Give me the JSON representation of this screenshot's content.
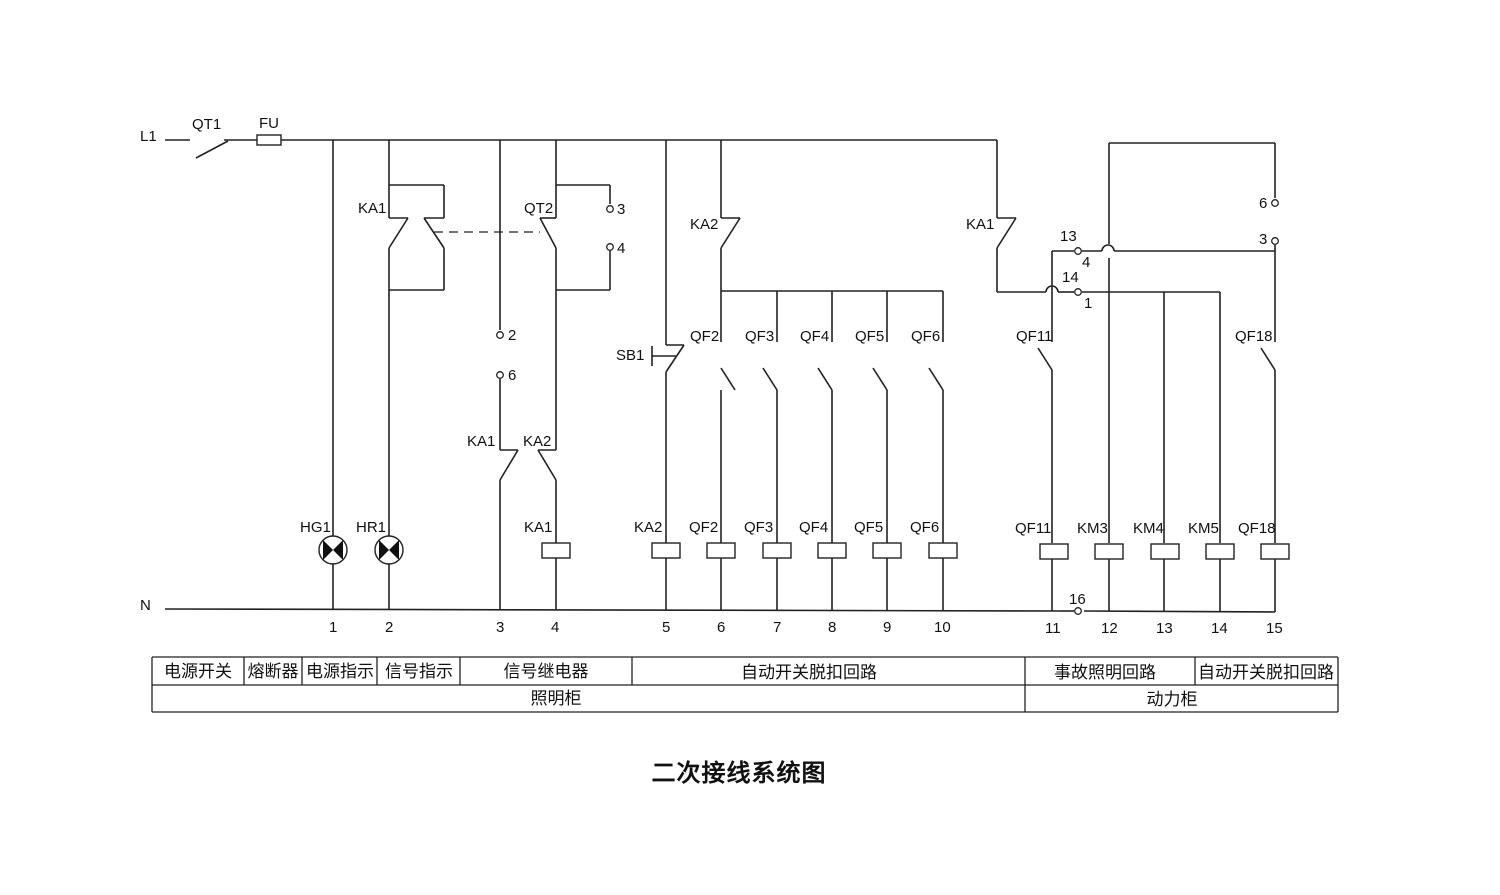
{
  "title": "二次接线系统图",
  "supply": {
    "line": "L1",
    "neutral": "N",
    "main_switch": "QT1",
    "fuse": "FU"
  },
  "branches": {
    "hg1": "HG1",
    "hr1": "HR1",
    "ka1_contact": "KA1",
    "qt2": "QT2",
    "qt2_t3": "3",
    "qt2_t4": "4",
    "t2": "2",
    "t6": "6",
    "ka1_lower": "KA1",
    "ka2_lower": "KA2",
    "ka1_coil": "KA1",
    "ka2_upper": "KA2",
    "sb1": "SB1",
    "qf_top": [
      "QF2",
      "QF3",
      "QF4",
      "QF5",
      "QF6"
    ],
    "coil_ka2": "KA2",
    "qf_coils": [
      "QF2",
      "QF3",
      "QF4",
      "QF5",
      "QF6"
    ],
    "ka1_right": "KA1",
    "t13": "13",
    "t4": "4",
    "t14": "14",
    "t1": "1",
    "qf11_top": "QF11",
    "qf18_top": "QF18",
    "t6r": "6",
    "t3r": "3",
    "right_coils": [
      "QF11",
      "KM3",
      "KM4",
      "KM5",
      "QF18"
    ],
    "t16": "16"
  },
  "wire_numbers": [
    "1",
    "2",
    "3",
    "4",
    "5",
    "6",
    "7",
    "8",
    "9",
    "10",
    "11",
    "12",
    "13",
    "14",
    "15"
  ],
  "table": {
    "row1": [
      "电源开关",
      "熔断器",
      "电源指示",
      "信号指示",
      "信号继电器",
      "自动开关脱扣回路",
      "事故照明回路",
      "自动开关脱扣回路"
    ],
    "row2": [
      "照明柜",
      "动力柜"
    ]
  }
}
